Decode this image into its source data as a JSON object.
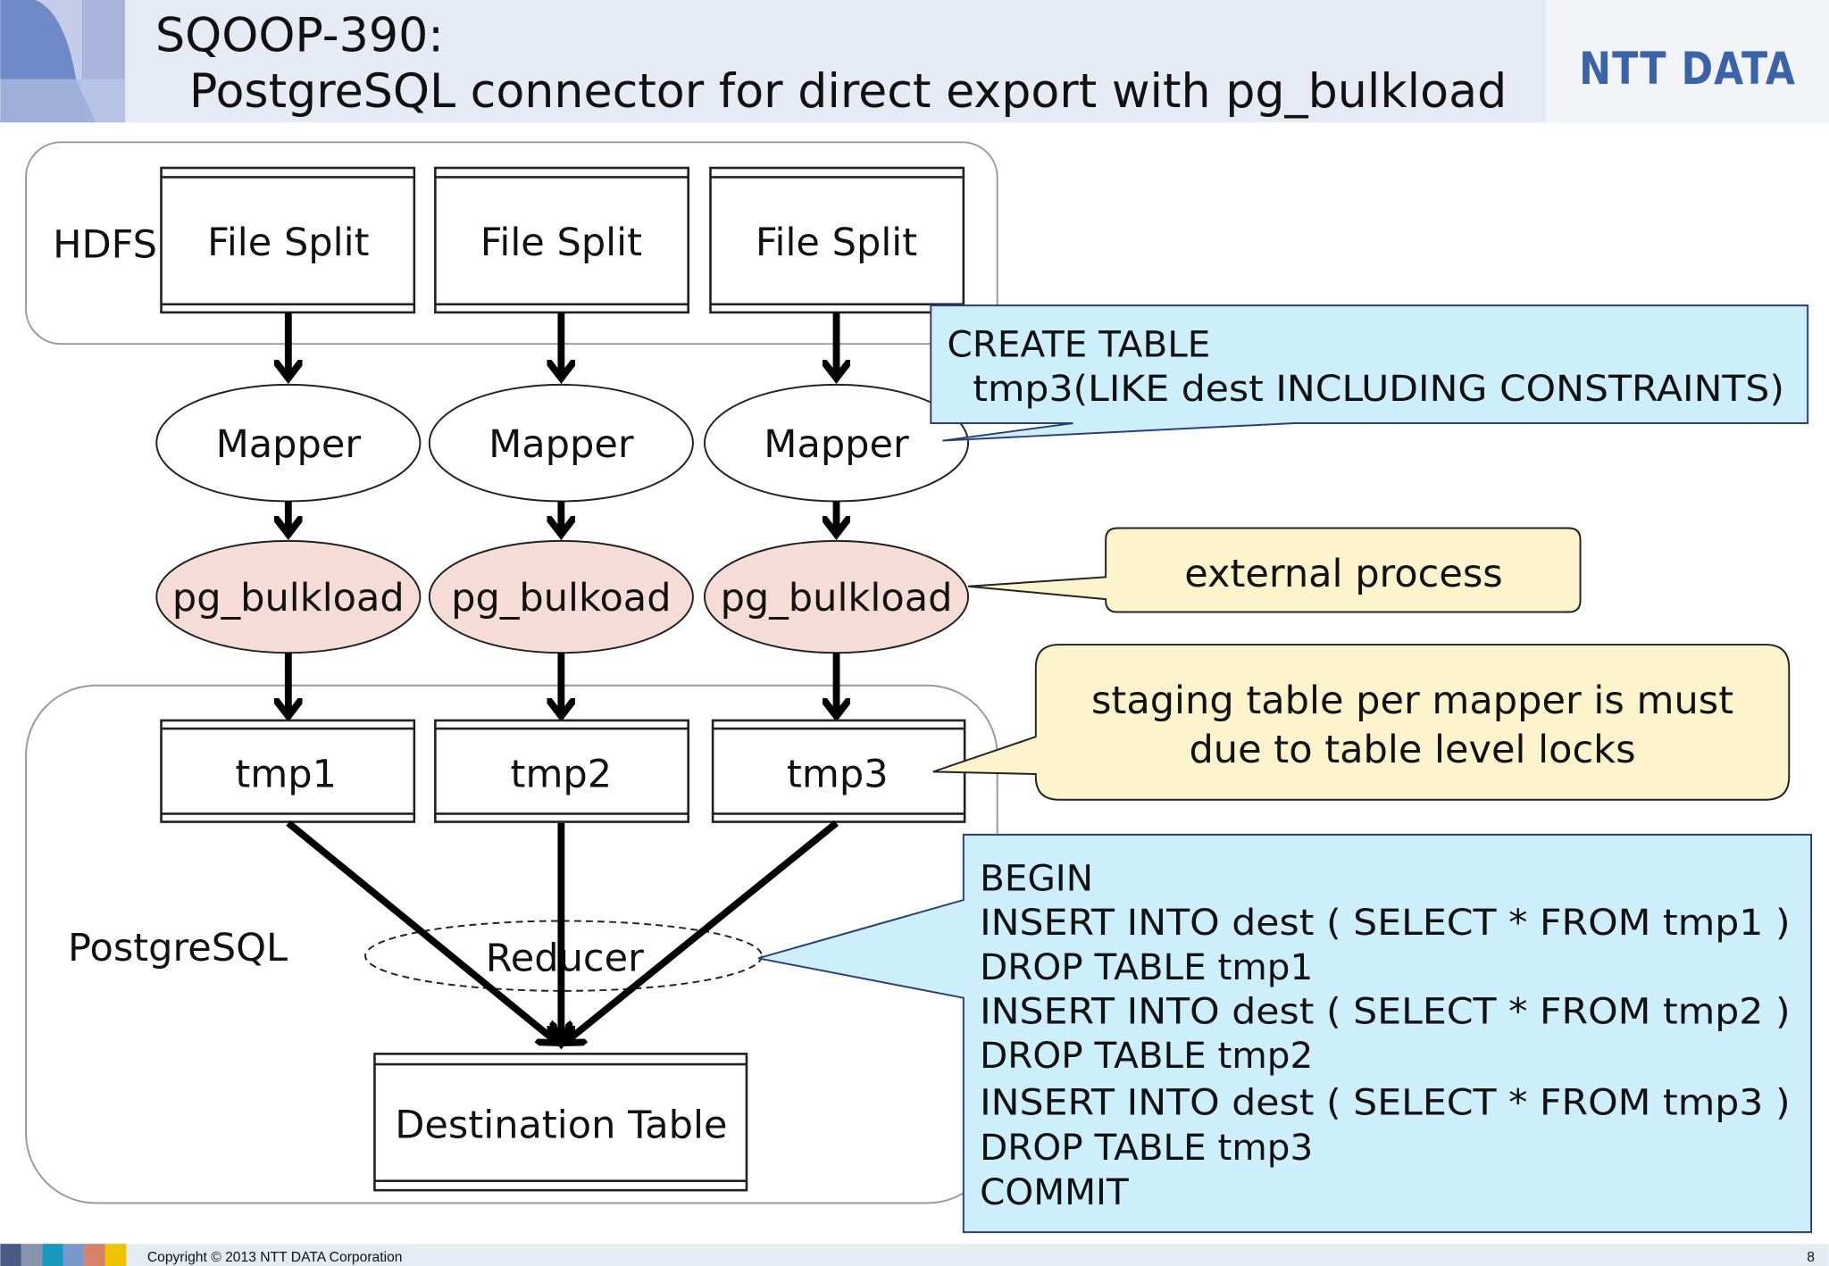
{
  "header": {
    "title_line1": "SQOOP-390:",
    "title_line2": "PostgreSQL connector for direct export with pg_bulkload",
    "logo_text": "NTT DATA"
  },
  "diagram": {
    "hdfs_label": "HDFS",
    "postgresql_label": "PostgreSQL",
    "file_splits": [
      "File Split",
      "File Split",
      "File Split"
    ],
    "mappers": [
      "Mapper",
      "Mapper",
      "Mapper"
    ],
    "loaders": [
      "pg_bulkload",
      "pg_bulkoad",
      "pg_bulkload"
    ],
    "tmp_tables": [
      "tmp1",
      "tmp2",
      "tmp3"
    ],
    "reducer": "Reducer",
    "destination": "Destination Table"
  },
  "callouts": {
    "create_table": [
      "CREATE TABLE",
      "tmp3(LIKE dest INCLUDING CONSTRAINTS)"
    ],
    "external_process": "external process",
    "staging": [
      "staging table per mapper is must",
      "due to table level locks"
    ],
    "transaction": [
      "BEGIN",
      "INSERT INTO dest ( SELECT * FROM tmp1 )",
      "DROP TABLE tmp1",
      "INSERT INTO dest ( SELECT * FROM tmp2 )",
      "DROP TABLE tmp2",
      "INSERT INTO dest ( SELECT * FROM tmp3 )",
      "DROP TABLE tmp3",
      "COMMIT"
    ]
  },
  "footer": {
    "copyright": "Copyright © 2013 NTT DATA Corporation",
    "page_number": "8",
    "color_squares": [
      "#4a5a86",
      "#8a93ac",
      "#1a98c2",
      "#7b98cc",
      "#d98068",
      "#eec300"
    ]
  },
  "colors": {
    "header_bg": "#e6eaf4",
    "blue_callout": "#cdeefb",
    "yellow_callout": "#fdf4cd",
    "pg_bulkload_fill": "#f6dcd6",
    "logo_blue": "#3b63a8"
  }
}
